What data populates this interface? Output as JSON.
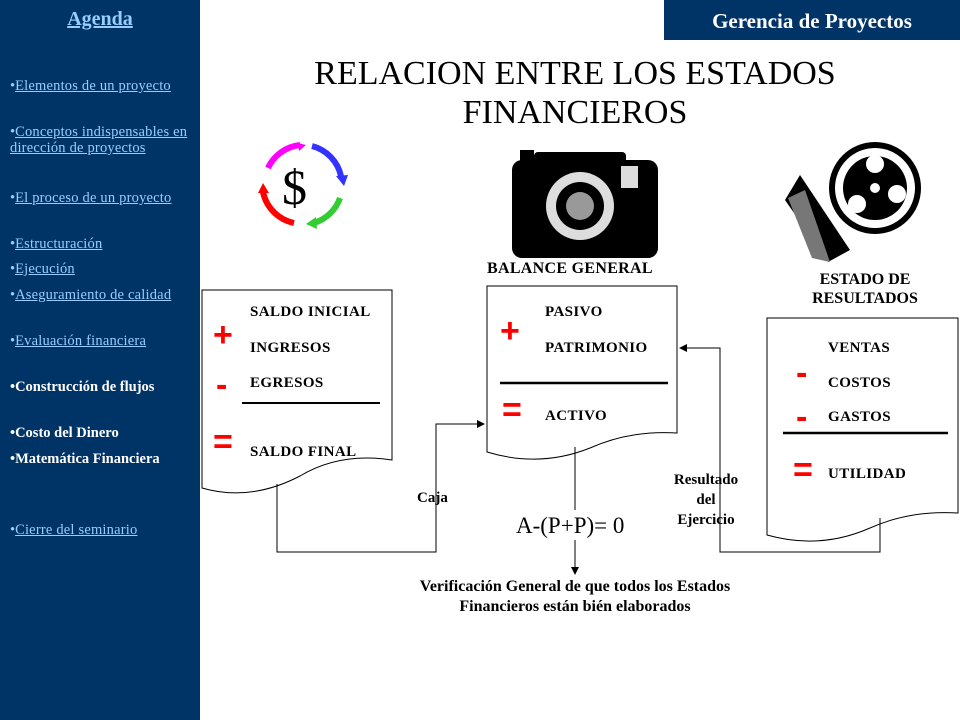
{
  "sidebar": {
    "title": "Agenda",
    "items": [
      {
        "label": "Elementos de un proyecto",
        "link": true
      },
      {
        "label": "Conceptos indispensables en dirección de proyectos",
        "link": true
      },
      {
        "label": "El proceso de un proyecto",
        "link": true
      },
      {
        "label": "Estructuración",
        "link": true
      },
      {
        "label": "Ejecución",
        "link": true
      },
      {
        "label": "Aseguramiento de calidad",
        "link": true
      },
      {
        "label": "Evaluación financiera",
        "link": true
      },
      {
        "label": "Construcción de flujos",
        "link": false
      },
      {
        "label": "Costo del Dinero",
        "link": false
      },
      {
        "label": "Matemática Financiera",
        "link": false
      },
      {
        "label": "Cierre del seminario",
        "link": true
      }
    ]
  },
  "header": {
    "badge": "Gerencia de Proyectos"
  },
  "slide": {
    "title_line1": "RELACION ENTRE LOS ESTADOS",
    "title_line2": "FINANCIEROS",
    "dollar": "$",
    "balance_title": "BALANCE GENERAL",
    "results_title_line1": "ESTADO DE",
    "results_title_line2": "RESULTADOS",
    "cash": {
      "saldo_inicial": "SALDO INICIAL",
      "ingresos": "INGRESOS",
      "egresos": "EGRESOS",
      "saldo_final": "SALDO FINAL"
    },
    "balance": {
      "pasivo": "PASIVO",
      "patrimonio": "PATRIMONIO",
      "activo": "ACTIVO"
    },
    "results": {
      "ventas": "VENTAS",
      "costos": "COSTOS",
      "gastos": "GASTOS",
      "utilidad": "UTILIDAD"
    },
    "symbols": {
      "plus": "+",
      "minus": "-",
      "equals": "="
    },
    "caja": "Caja",
    "resultado_line1": "Resultado",
    "resultado_line2": "del",
    "resultado_line3": "Ejercicio",
    "equation": "A-(P+P)= 0",
    "verification_line1": "Verificación General de que todos los Estados",
    "verification_line2": "Financieros están bién elaborados"
  },
  "colors": {
    "sidebar_bg": "#003366",
    "link": "#99ccff",
    "accent_red": "#ff0000"
  }
}
